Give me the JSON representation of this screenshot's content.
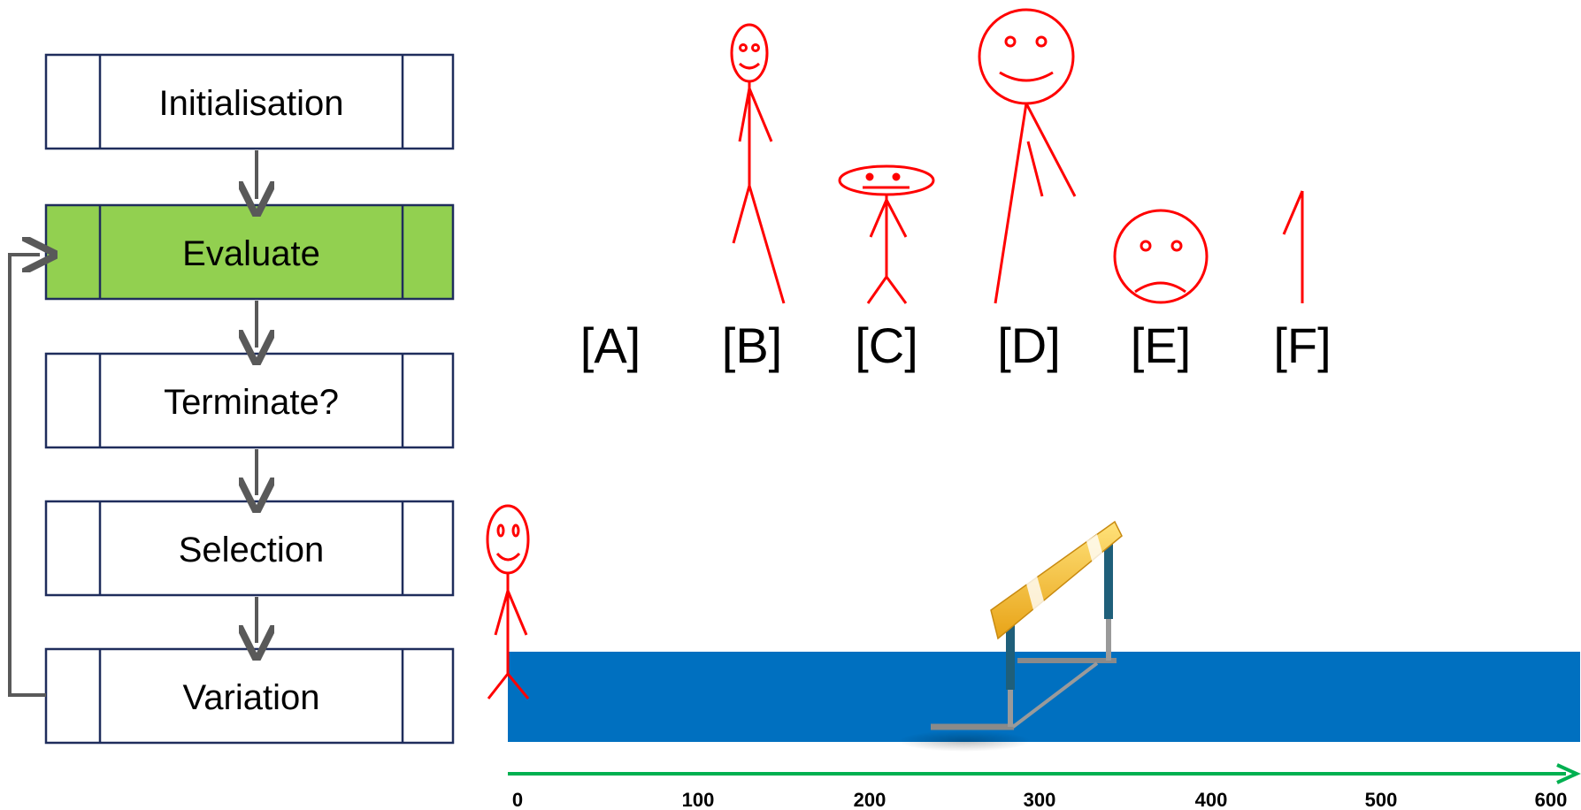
{
  "flowchart": {
    "steps": [
      {
        "label": "Initialisation",
        "highlighted": false
      },
      {
        "label": "Evaluate",
        "highlighted": true
      },
      {
        "label": "Terminate?",
        "highlighted": false
      },
      {
        "label": "Selection",
        "highlighted": false
      },
      {
        "label": "Variation",
        "highlighted": false
      }
    ],
    "highlight_color": "#92d050",
    "arrow_color": "#595959"
  },
  "candidates": {
    "color": "#ff0000",
    "items": [
      {
        "label": "[A]",
        "figure": "none"
      },
      {
        "label": "[B]",
        "figure": "tall-thin-stick-figure"
      },
      {
        "label": "[C]",
        "figure": "short-flat-head-stick-figure"
      },
      {
        "label": "[D]",
        "figure": "large-head-long-legs-stick-figure"
      },
      {
        "label": "[E]",
        "figure": "sad-face-only"
      },
      {
        "label": "[F]",
        "figure": "single-leg-only"
      }
    ]
  },
  "track": {
    "color": "#0070c0",
    "obstacle": "hurdle",
    "runner": "smiling-stick-figure",
    "axis_color": "#00b050",
    "ticks": [
      "0",
      "100",
      "200",
      "300",
      "400",
      "500",
      "600"
    ]
  }
}
